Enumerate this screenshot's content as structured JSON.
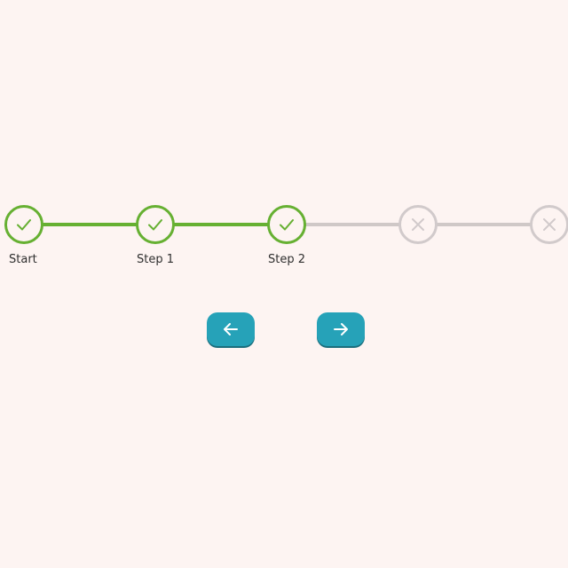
{
  "stepper": {
    "steps": [
      {
        "label": "Start",
        "status": "completed",
        "icon": "check-icon"
      },
      {
        "label": "Step 1",
        "status": "completed",
        "icon": "check-icon"
      },
      {
        "label": "Step 2",
        "status": "completed",
        "icon": "check-icon"
      },
      {
        "label": "",
        "status": "pending",
        "icon": "close-icon"
      },
      {
        "label": "",
        "status": "pending",
        "icon": "close-icon"
      }
    ]
  },
  "navigation": {
    "back_icon": "arrow-left-icon",
    "next_icon": "arrow-right-icon"
  },
  "colors": {
    "background": "#fdf4f2",
    "completed": "#66b032",
    "pending": "#d1cacb",
    "button": "#26a2b8"
  }
}
